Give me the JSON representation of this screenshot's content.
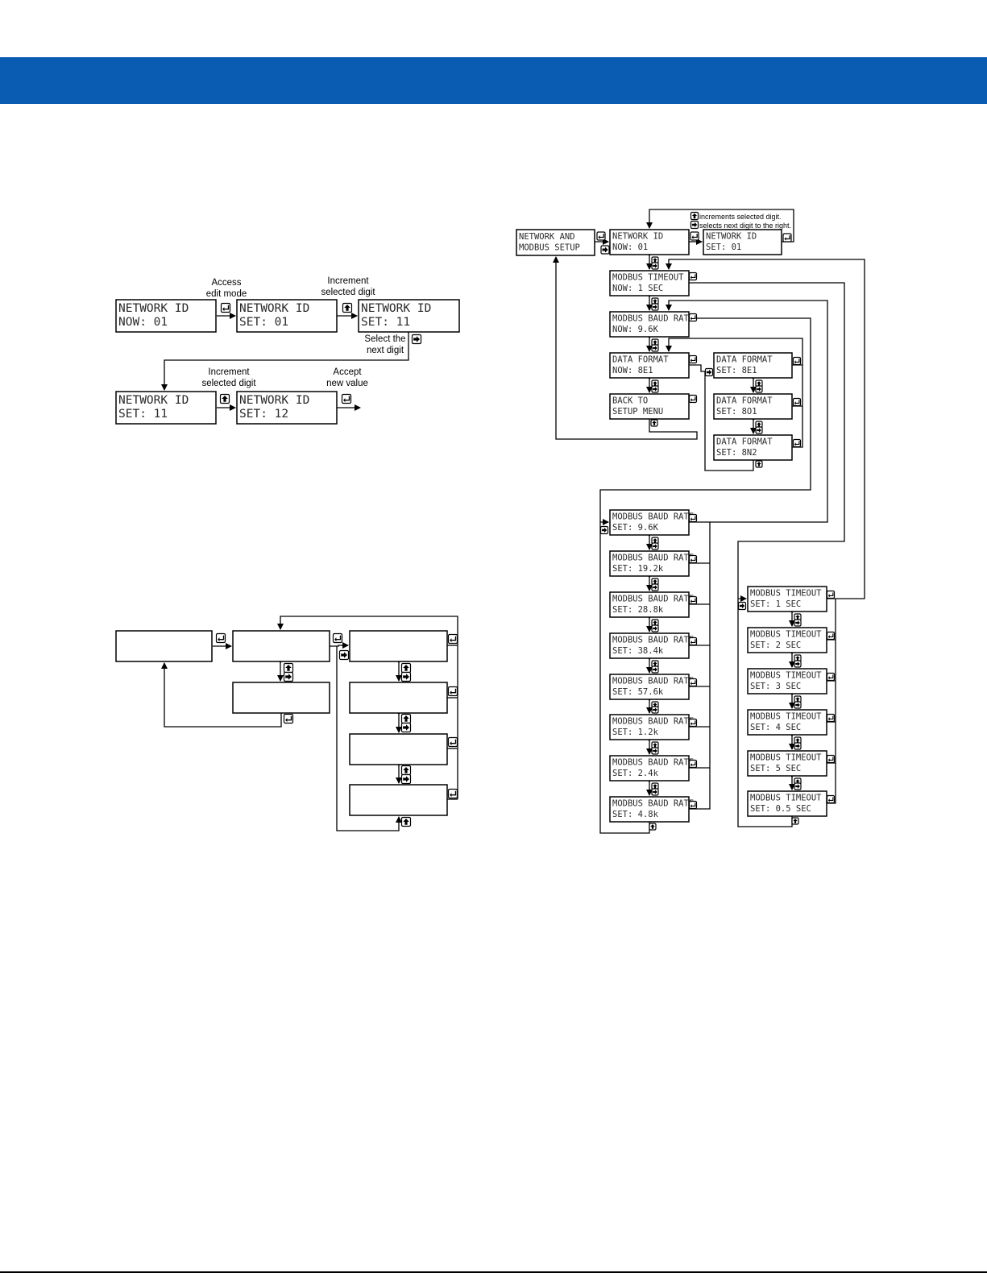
{
  "colors": {
    "banner": "#0a5cb3",
    "ink": "#000000"
  },
  "legend": {
    "increment": "increments selected digit.",
    "next_digit": "selects next digit to the right."
  },
  "example": {
    "captions": {
      "access": [
        "Access",
        "edit mode"
      ],
      "increment1": [
        "Increment",
        "selected digit"
      ],
      "select_next": [
        "Select the",
        "next digit"
      ],
      "increment2": [
        "Increment",
        "selected digit"
      ],
      "accept": [
        "Accept",
        "new value"
      ]
    },
    "screens": [
      [
        "NETWORK ID",
        "NOW: 01"
      ],
      [
        "NETWORK ID",
        "SET: 01"
      ],
      [
        "NETWORK ID",
        "SET: 11"
      ],
      [
        "NETWORK ID",
        "SET: 11"
      ],
      [
        "NETWORK ID",
        "SET: 12"
      ]
    ]
  },
  "menu": {
    "root": [
      "NETWORK AND",
      "MODBUS SETUP"
    ],
    "network_now": [
      "NETWORK ID",
      "NOW: 01"
    ],
    "network_set": [
      "NETWORK ID",
      "SET: 01"
    ],
    "timeout_now": [
      "MODBUS TIMEOUT",
      "NOW: 1 SEC"
    ],
    "baud_now": [
      "MODBUS BAUD RATE",
      "NOW: 9.6K"
    ],
    "format_now": [
      "DATA FORMAT",
      "NOW: 8E1"
    ],
    "back": [
      "BACK TO",
      "SETUP MENU"
    ],
    "format_set": [
      [
        "DATA FORMAT",
        "SET: 8E1"
      ],
      [
        "DATA FORMAT",
        "SET: 8O1"
      ],
      [
        "DATA FORMAT",
        "SET: 8N2"
      ]
    ],
    "baud_set": [
      [
        "MODBUS BAUD RATE",
        "SET: 9.6K"
      ],
      [
        "MODBUS BAUD RATE",
        "SET: 19.2k"
      ],
      [
        "MODBUS BAUD RATE",
        "SET: 28.8k"
      ],
      [
        "MODBUS BAUD RATE",
        "SET: 38.4k"
      ],
      [
        "MODBUS BAUD RATE",
        "SET: 57.6k"
      ],
      [
        "MODBUS BAUD RATE",
        "SET: 1.2k"
      ],
      [
        "MODBUS BAUD RATE",
        "SET: 2.4k"
      ],
      [
        "MODBUS BAUD RATE",
        "SET: 4.8k"
      ]
    ],
    "timeout_set": [
      [
        "MODBUS TIMEOUT",
        "SET: 1 SEC"
      ],
      [
        "MODBUS TIMEOUT",
        "SET: 2 SEC"
      ],
      [
        "MODBUS TIMEOUT",
        "SET: 3 SEC"
      ],
      [
        "MODBUS TIMEOUT",
        "SET: 4 SEC"
      ],
      [
        "MODBUS TIMEOUT",
        "SET: 5 SEC"
      ],
      [
        "MODBUS TIMEOUT",
        "SET: 0.5 SEC"
      ]
    ]
  }
}
